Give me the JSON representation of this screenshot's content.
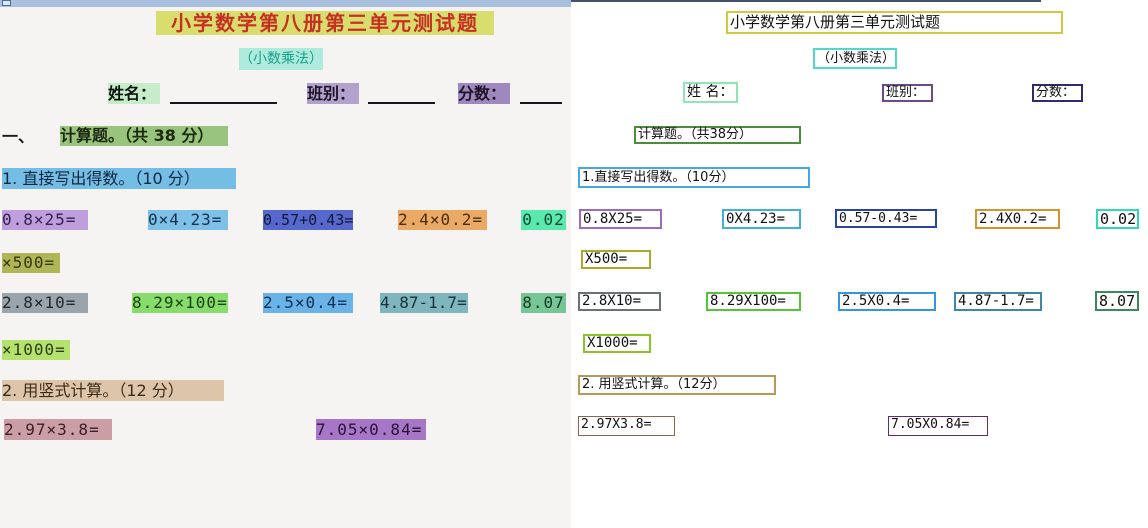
{
  "window": {
    "topbar_color": "#a9c0df",
    "icon": "window-icon"
  },
  "document": {
    "left_panel": {
      "name": "source-document-with-highlights",
      "background": "#f5f4f2",
      "spans": [
        {
          "text": "小学数学第八册第三单元测试题",
          "hl": "#d9dd6e",
          "fg": "#c53022"
        },
        {
          "text": "（小数乘法）",
          "hl": "#aeebdc",
          "fg": "#17a08e"
        },
        {
          "text": "姓名：",
          "hl": "#c6ecca",
          "fg": "#101510"
        },
        {
          "text": "班别：",
          "hl": "#b2a1ca",
          "fg": "#1d1228"
        },
        {
          "text": "分数：",
          "hl": "#9e88bd",
          "fg": "#1d1228"
        },
        {
          "text": "一、",
          "hl": "",
          "fg": "#1b1b1b"
        },
        {
          "text": "计算题。（共 38 分）",
          "hl": "#98c47e",
          "fg": "#1d2a12"
        },
        {
          "text": "1. 直接写出得数。（10 分）",
          "hl": "#74bde4",
          "fg": "#0f2740"
        },
        {
          "text": "0.8×25=",
          "hl": "#bf9ede",
          "fg": "#33204d"
        },
        {
          "text": "0×4.23=",
          "hl": "#7fc0e8",
          "fg": "#14324d"
        },
        {
          "text": "0.57+0.43=",
          "hl": "#5668cc",
          "fg": "#10183d"
        },
        {
          "text": "2.4×0.2=",
          "hl": "#eaa964",
          "fg": "#4d2c0a"
        },
        {
          "text": "0.02",
          "hl": "#59e8ad",
          "fg": "#0b4a30"
        },
        {
          "text": "×500=",
          "hl": "#afb656",
          "fg": "#34370e"
        },
        {
          "text": "2.8×10=",
          "hl": "#99a4ad",
          "fg": "#23282c"
        },
        {
          "text": "8.29×100=",
          "hl": "#88dc6c",
          "fg": "#1c4212"
        },
        {
          "text": "2.5×0.4=",
          "hl": "#69b3e8",
          "fg": "#0f3150"
        },
        {
          "text": "4.87-1.7=",
          "hl": "#7fb6bd",
          "fg": "#17343a"
        },
        {
          "text": "8.07",
          "hl": "#76c795",
          "fg": "#153a24"
        },
        {
          "text": "×1000=",
          "hl": "#b5e26e",
          "fg": "#2e3d10"
        },
        {
          "text": "2. 用竖式计算。（12 分）",
          "hl": "#dcc5a9",
          "fg": "#3a2c18"
        },
        {
          "text": "2.97×3.8=",
          "hl": "#cb9da4",
          "fg": "#3a1f24"
        },
        {
          "text": "7.05×0.84=",
          "hl": "#a677c7",
          "fg": "#2a1338"
        }
      ]
    },
    "right_panel": {
      "name": "ocr-recognition-result",
      "background": "#ffffff",
      "boxes": [
        {
          "text": "小学数学第八册第三单元测试题",
          "border": "#d4c83e"
        },
        {
          "text": "（小数乘法）",
          "border": "#52d8c8"
        },
        {
          "text": "姓 名：",
          "border": "#8ce8ac"
        },
        {
          "text": "班别：",
          "border": "#6b4a8c"
        },
        {
          "text": "分数：",
          "border": "#2e2c6e"
        },
        {
          "text": "计算题。（共38分）",
          "border": "#4c8c3c"
        },
        {
          "text": "1.直接写出得数。（10分）",
          "border": "#44a8e0"
        },
        {
          "text": "0.8X25=",
          "border": "#9c6ac0"
        },
        {
          "text": "0X4.23=",
          "border": "#40b0d8"
        },
        {
          "text": "0.57-0.43=",
          "border": "#2846a0"
        },
        {
          "text": "2.4X0.2=",
          "border": "#d8922c"
        },
        {
          "text": "0.02",
          "border": "#30d8b4"
        },
        {
          "text": "X500=",
          "border": "#a8aa2c"
        },
        {
          "text": "2.8X10=",
          "border": "#6a7278"
        },
        {
          "text": "8.29X100=",
          "border": "#54c438"
        },
        {
          "text": "2.5X0.4=",
          "border": "#3498d8"
        },
        {
          "text": "4.87-1.7=",
          "border": "#3c88a8"
        },
        {
          "text": "8.07",
          "border": "#3c8a5c"
        },
        {
          "text": "X1000=",
          "border": "#8cc428"
        },
        {
          "text": "2. 用竖式计算。（12分）",
          "border": "#b89858"
        },
        {
          "text": "2.97X3.8=",
          "border": "#906050"
        },
        {
          "text": "7.05X0.84=",
          "border": "#5c2c6c"
        }
      ]
    }
  }
}
